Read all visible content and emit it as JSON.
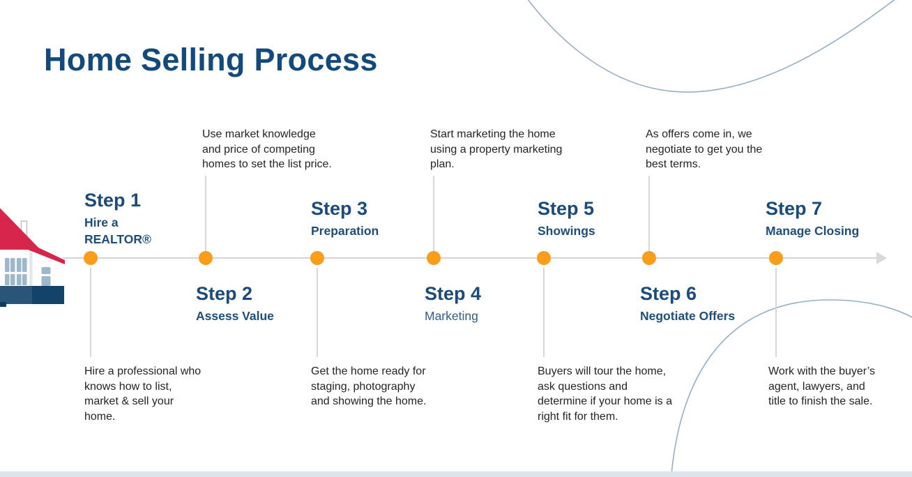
{
  "title": "Home Selling Process",
  "colors": {
    "title_navy": "#134A7D",
    "step_navy": "#1B4B7C",
    "dot_orange": "#F99D1B",
    "timeline_gray": "#D3D4D5",
    "curve_blue": "#94AFC4",
    "footer_bar_blue": "#DCE5ED",
    "description_text": "#242424",
    "roof_red": "#D7254C",
    "house_navy_dark": "#14436A",
    "house_navy_light": "#2B5578",
    "window_blue": "#9DB8CB"
  },
  "icons": {
    "house": "house-illustration",
    "arrow": "timeline-arrow"
  },
  "steps": [
    {
      "heading": "Step 1",
      "label": "Hire a\nREALTOR®",
      "description": "Hire a professional who\nknows how to list,\nmarket & sell your\nhome."
    },
    {
      "heading": "Step 2",
      "label": "Assess Value",
      "description": "Use market knowledge\nand price of competing\nhomes to set the list price."
    },
    {
      "heading": "Step 3",
      "label": "Preparation",
      "description": "Get the home ready for\nstaging, photography\nand showing the home."
    },
    {
      "heading": "Step 4",
      "label": "Marketing",
      "description": "Start marketing the home\nusing a property marketing\nplan."
    },
    {
      "heading": "Step 5",
      "label": "Showings",
      "description": "Buyers will tour the home,\nask questions and\ndetermine if your home is a\nright fit for them."
    },
    {
      "heading": "Step 6",
      "label": "Negotiate Offers",
      "description": "As offers come in, we\nnegotiate to get you the\nbest terms."
    },
    {
      "heading": "Step 7",
      "label": "Manage Closing",
      "description": "Work with the buyer’s\nagent, lawyers, and\ntitle to finish the sale."
    }
  ]
}
